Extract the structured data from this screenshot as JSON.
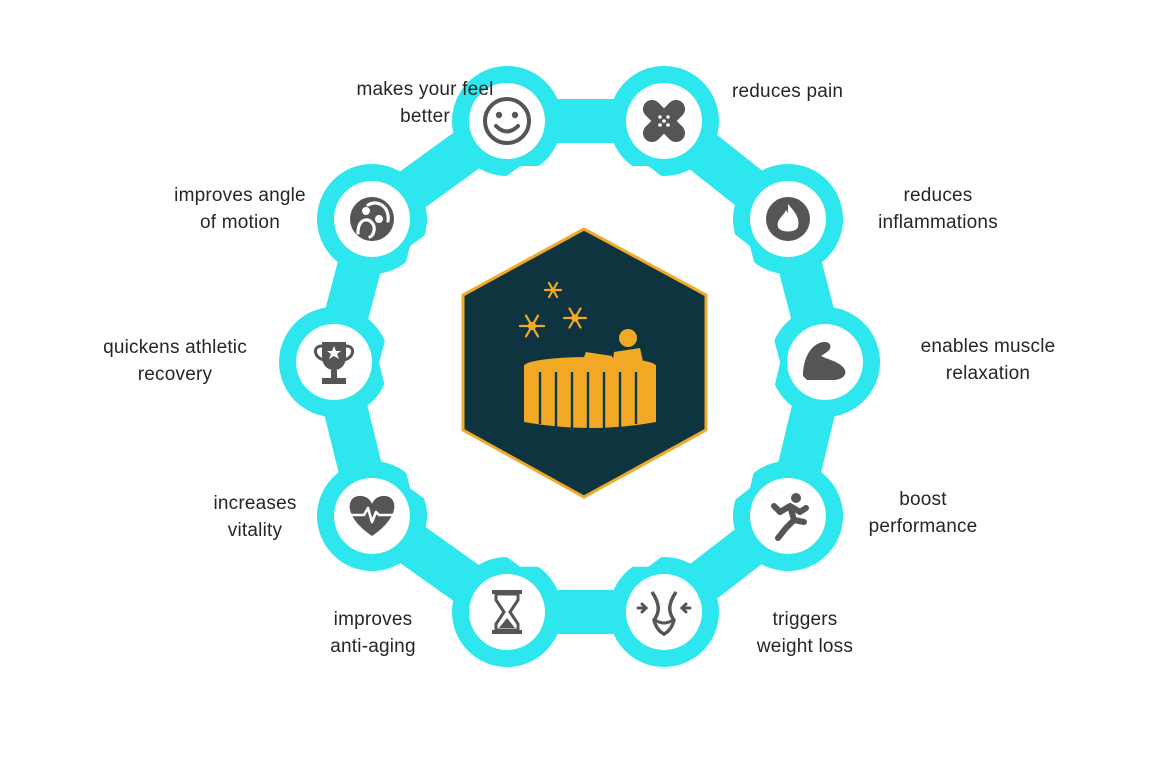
{
  "benefits": [
    {
      "id": "feel-better",
      "icon": "smiley-face-icon",
      "lines": [
        "makes your feel",
        "better"
      ]
    },
    {
      "id": "reduces-pain",
      "icon": "bandage-icon",
      "lines": [
        "reduces pain"
      ]
    },
    {
      "id": "reduces-inflammations",
      "icon": "flame-icon",
      "lines": [
        "reduces",
        "inflammations"
      ]
    },
    {
      "id": "muscle-relaxation",
      "icon": "flexed-arm-icon",
      "lines": [
        "enables muscle",
        "relaxation"
      ]
    },
    {
      "id": "boost-performance",
      "icon": "runner-icon",
      "lines": [
        "boost",
        "performance"
      ]
    },
    {
      "id": "weight-loss",
      "icon": "waist-icon",
      "lines": [
        "triggers",
        "weight loss"
      ]
    },
    {
      "id": "anti-aging",
      "icon": "hourglass-icon",
      "lines": [
        "improves",
        "anti-aging"
      ]
    },
    {
      "id": "vitality",
      "icon": "heartbeat-icon",
      "lines": [
        "increases",
        "vitality"
      ]
    },
    {
      "id": "athletic-recovery",
      "icon": "trophy-icon",
      "lines": [
        "quickens athletic",
        "recovery"
      ]
    },
    {
      "id": "angle-of-motion",
      "icon": "stretching-figure-icon",
      "lines": [
        "improves angle",
        "of motion"
      ]
    }
  ],
  "center_icon": "ice-bath-tub-icon",
  "colors": {
    "ring": "#2ee6ee",
    "circle_fill": "#ffffff",
    "icon": "#555555",
    "hexagon_fill": "#0e3440",
    "hexagon_border": "#f2a926",
    "tub": "#f2a926"
  }
}
